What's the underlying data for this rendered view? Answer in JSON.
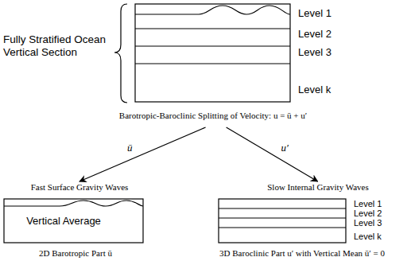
{
  "diagram": {
    "nodes": [
      {
        "text": [
          "Level 1",
          "Level 2",
          "Level 3",
          "Level k",
          "Barotropic-Baroclinic Splitting of Velocity: u = ū + u′"
        ]
      },
      {
        "text": [
          "Fast Surface Gravity Waves",
          "Vertical Average",
          "2D Barotropic Part ū"
        ]
      },
      {
        "text": [
          "Slow Internal Gravity Waves",
          "Level 1",
          "Level 2",
          "Level 3",
          "Level k",
          "3D Baroclinic Part u′ with Vertical Mean ū′ = 0"
        ]
      }
    ],
    "edges": [
      {
        "from": 0,
        "to": 1,
        "arrow": "to",
        "label": "ū"
      },
      {
        "from": 0,
        "to": 2,
        "arrow": "to",
        "label": "u′"
      }
    ],
    "labels": [
      "Fully Stratified Ocean Vertical Section"
    ]
  }
}
